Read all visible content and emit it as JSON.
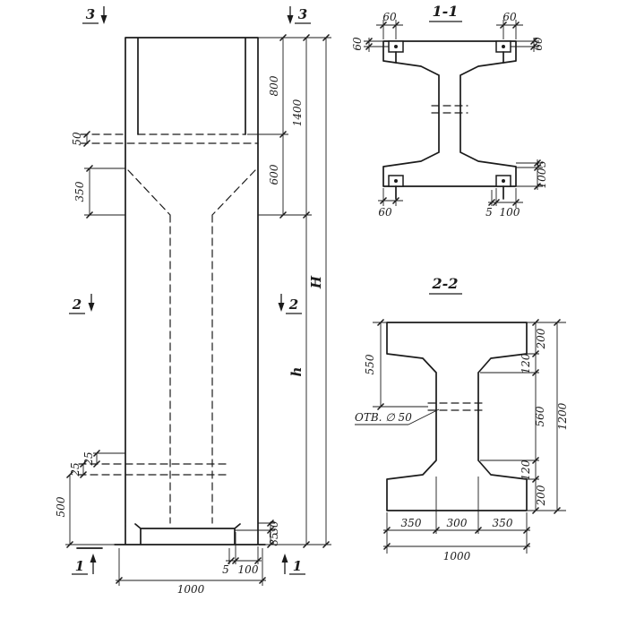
{
  "meta": {
    "background": "#ffffff",
    "ink": "#1b1b1b"
  },
  "titles": {
    "section1": "1-1",
    "section2": "2-2"
  },
  "markers": {
    "s3": "3",
    "s2": "2",
    "s1": "1"
  },
  "elevation": {
    "d50": "50",
    "d350": "350",
    "d800": "800",
    "d600": "600",
    "d1400": "1400",
    "H": "H",
    "h": "h",
    "d25a": "25",
    "d25b": "25",
    "d500": "500",
    "d30": "30",
    "d85": "85",
    "d5": "5",
    "d100": "100",
    "d1000": "1000"
  },
  "section1": {
    "tl60h": "60",
    "tl60v": "60",
    "tr60h": "60",
    "tr60v": "60",
    "bl60": "60",
    "b5": "5",
    "b100": "100",
    "r5": "5",
    "r100": "100"
  },
  "section2": {
    "hole": "ОТВ. ∅ 50",
    "d550": "550",
    "d200t": "200",
    "d120t": "120",
    "d560": "560",
    "d120b": "120",
    "d200b": "200",
    "d1200": "1200",
    "b350l": "350",
    "b300": "300",
    "b350r": "350",
    "b1000": "1000"
  }
}
